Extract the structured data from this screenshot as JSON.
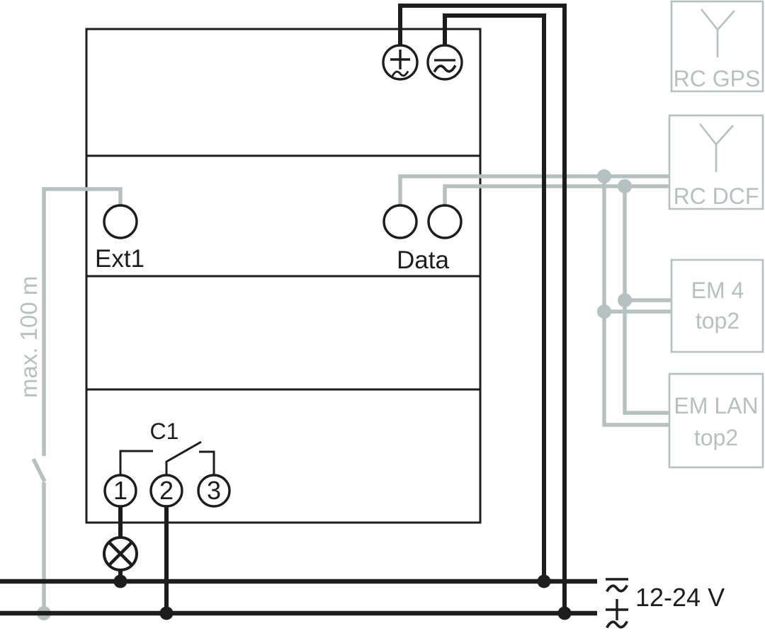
{
  "device": {
    "ext1_label": "Ext1",
    "data_label": "Data",
    "channel_label": "C1",
    "relay_terminals": [
      "1",
      "2",
      "3"
    ],
    "terminal_symbols": {
      "top_left": "plus-ac-icon (+/~)",
      "top_right": "minus-ac-icon (-/~)"
    }
  },
  "accessories": {
    "rc_gps": {
      "label": "RC GPS",
      "icon": "antenna-icon"
    },
    "rc_dcf": {
      "label": "RC DCF",
      "icon": "antenna-icon"
    },
    "em4": {
      "line1": "EM 4",
      "line2": "top2"
    },
    "em_lan": {
      "line1": "EM LAN",
      "line2": "top2"
    }
  },
  "annotations": {
    "max_cable_length": "max. 100 m",
    "supply_voltage": "12-24 V"
  },
  "power_rails": {
    "top_rail_symbol": "minus-ac-icon (-/~)",
    "bottom_rail_symbol": "plus-ac-icon (+/~)"
  },
  "icons": {
    "lamp": "lamp-icon",
    "switch": "switch-contact-icon",
    "antenna": "antenna-icon",
    "junction": "junction-dot"
  },
  "colors": {
    "wire_black": "#1d1d1b",
    "wire_gray": "#b5c1c1",
    "background": "#ffffff"
  }
}
